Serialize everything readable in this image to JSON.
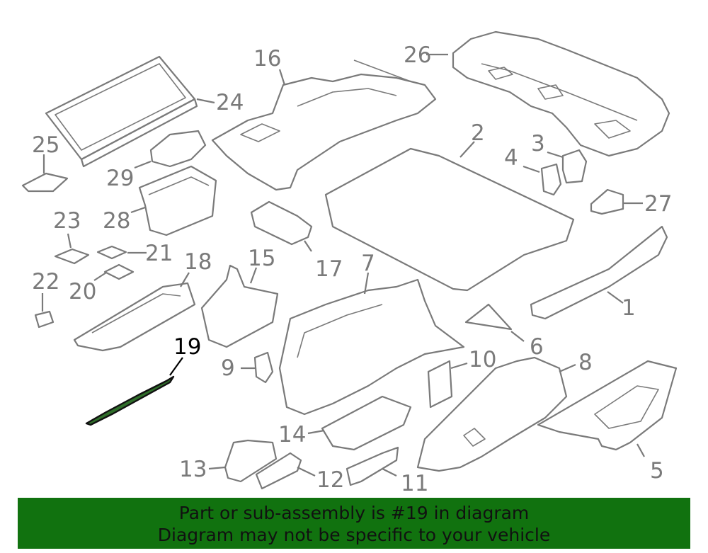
{
  "highlighted_part": "19",
  "callouts": [
    "1",
    "2",
    "3",
    "4",
    "5",
    "6",
    "7",
    "8",
    "9",
    "10",
    "11",
    "12",
    "13",
    "14",
    "15",
    "16",
    "17",
    "18",
    "19",
    "20",
    "21",
    "22",
    "23",
    "24",
    "25",
    "26",
    "27",
    "28",
    "29"
  ],
  "banner": {
    "line1": "Part or sub-assembly is #19 in diagram",
    "line2": "Diagram may not be specific to your vehicle"
  },
  "colors": {
    "line": "#7a7a7a",
    "highlight_fill": "#2f6e2a",
    "banner_bg": "#11720f",
    "banner_text": "#111111"
  }
}
